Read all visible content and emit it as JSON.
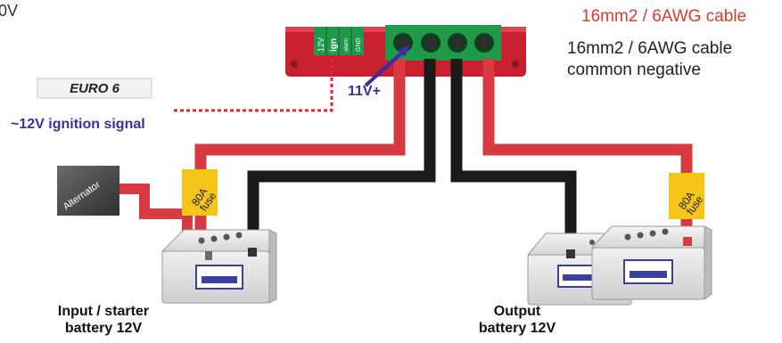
{
  "legend": {
    "red_cable": "16mm2 / 6AWG cable",
    "black_cable_line1": "16mm2 / 6AWG cable",
    "black_cable_line2": "common negative"
  },
  "labels": {
    "partial_voltage": "0V",
    "euro6": "EURO 6",
    "ignition_signal": "~12V ignition signal",
    "input_voltage": "11V+",
    "alternator": "Alternator",
    "fuse_left_line1": "80A",
    "fuse_left_line2": "fuse",
    "fuse_right_line1": "80A",
    "fuse_right_line2": "fuse"
  },
  "device": {
    "terminals": [
      "12V",
      "ign",
      "alarm",
      "GND"
    ]
  },
  "captions": {
    "input_battery_line1": "Input / starter",
    "input_battery_line2": "battery 12V",
    "output_battery_line1": "Output",
    "output_battery_line2": "battery 12V"
  },
  "colors": {
    "red_cable": "#d93a3f",
    "black_cable": "#1a1a1a",
    "device_body": "#c8202e",
    "terminal_block": "#1f9a4b",
    "fuse": "#f5c518",
    "signal_text": "#3b2fa0"
  }
}
